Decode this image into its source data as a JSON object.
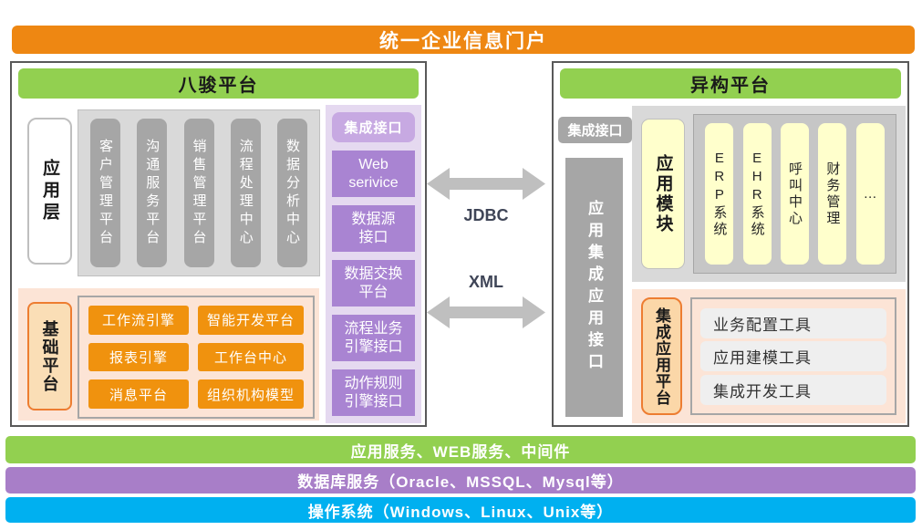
{
  "colors": {
    "banner_orange": "#EE8712",
    "header_green": "#92D050",
    "gray_pill": "#A6A6A6",
    "purple_box": "#A984D2",
    "purple_header_pill": "#C7A9E2",
    "purple_column_bg": "#E5D9F0",
    "orange_button": "#F0920E",
    "orange_border": "#ED7D31",
    "peach_bg": "#FCE4D6",
    "yellow_pill": "#FFFFCC",
    "arrow_gray": "#BFBFBF",
    "bar_purple": "#A87EC8",
    "bar_blue": "#00B0F0"
  },
  "banner": {
    "title": "统一企业信息门户"
  },
  "left_panel": {
    "header": "八骏平台",
    "app_layer": {
      "label": "应用层",
      "pills": [
        "客户管理平台",
        "沟通服务平台",
        "销售管理平台",
        "流程处理中心",
        "数据分析中心"
      ]
    },
    "base_platform": {
      "label": "基础平台",
      "buttons": [
        "工作流引擎",
        "智能开发平台",
        "报表引擎",
        "工作台中心",
        "消息平台",
        "组织机构模型"
      ]
    },
    "interface_column": {
      "header": "集成接口",
      "items": [
        "Web\nserivice",
        "数据源\n接口",
        "数据交换\n平台",
        "流程业务\n引擎接口",
        "动作规则\n引擎接口"
      ]
    }
  },
  "middle": {
    "jdbc_label": "JDBC",
    "xml_label": "XML"
  },
  "right_panel": {
    "header": "异构平台",
    "integration_pill": "集成接口",
    "integration_bar": "应用集成应用接口",
    "app_module": {
      "label": "应用模块",
      "pills": [
        "ERP系统",
        "EHR系统",
        "呼叫中心",
        "财务管理",
        "…"
      ]
    },
    "integration_platform": {
      "label": "集成应用平台",
      "tools": [
        "业务配置工具",
        "应用建模工具",
        "集成开发工具"
      ]
    }
  },
  "bottom_bars": [
    {
      "label": "应用服务、WEB服务、中间件"
    },
    {
      "label": "数据库服务（Oracle、MSSQL、Mysql等）"
    },
    {
      "label": "操作系统（Windows、Linux、Unix等）"
    }
  ]
}
